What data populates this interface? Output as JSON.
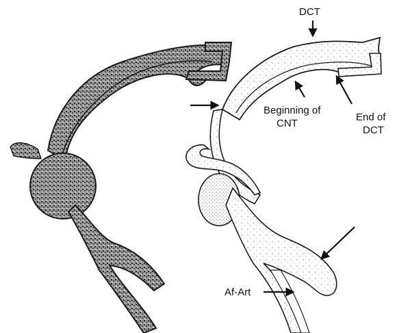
{
  "labels": {
    "dct": "DCT",
    "beginning_cnt_line1": "Beginning of",
    "beginning_cnt_line2": "CNT",
    "end_dct_line1": "End of",
    "end_dct_line2": "DCT",
    "af_art": "Af-Art"
  },
  "colors": {
    "ink": "#1a1a1a",
    "stipple": "#555555",
    "background": "#ffffff"
  }
}
